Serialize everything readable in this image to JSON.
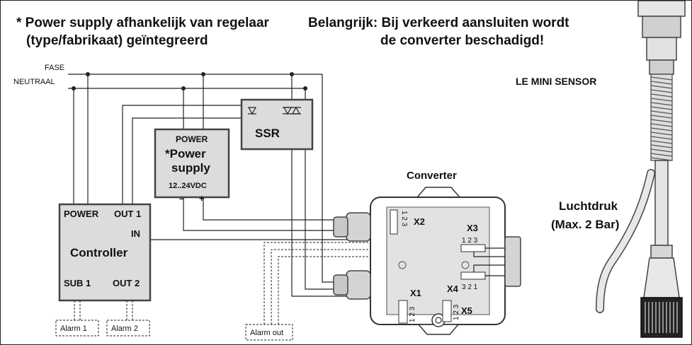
{
  "header": {
    "note_line1": "* Power supply afhankelijk van regelaar",
    "note_line2": "(type/fabrikaat) geïntegreerd",
    "warning_line1": "Belangrijk: Bij verkeerd aansluiten wordt",
    "warning_line2": "de converter beschadigd!"
  },
  "lines": {
    "fase": "FASE",
    "neutraal": "NEUTRAAL"
  },
  "controller": {
    "title": "Controller",
    "power": "POWER",
    "out1": "OUT 1",
    "in": "IN",
    "sub1": "SUB 1",
    "out2": "OUT 2"
  },
  "power_supply": {
    "top": "POWER",
    "title_line1": "*Power",
    "title_line2": "supply",
    "voltage": "12..24VDC",
    "minus": "–",
    "plus": "+"
  },
  "ssr": {
    "label": "SSR"
  },
  "converter": {
    "title": "Converter",
    "x1": "X1",
    "x2": "X2",
    "x3": "X3",
    "x4": "X4",
    "x5": "X5",
    "pins_123": "1 2 3",
    "pins_321": "3 2 1"
  },
  "alarms": {
    "alarm1": "Alarm 1",
    "alarm2": "Alarm 2",
    "alarm_out": "Alarm out"
  },
  "sensor": {
    "name": "LE MINI SENSOR",
    "pressure_line1": "Luchtdruk",
    "pressure_line2": "(Max. 2 Bar)"
  }
}
